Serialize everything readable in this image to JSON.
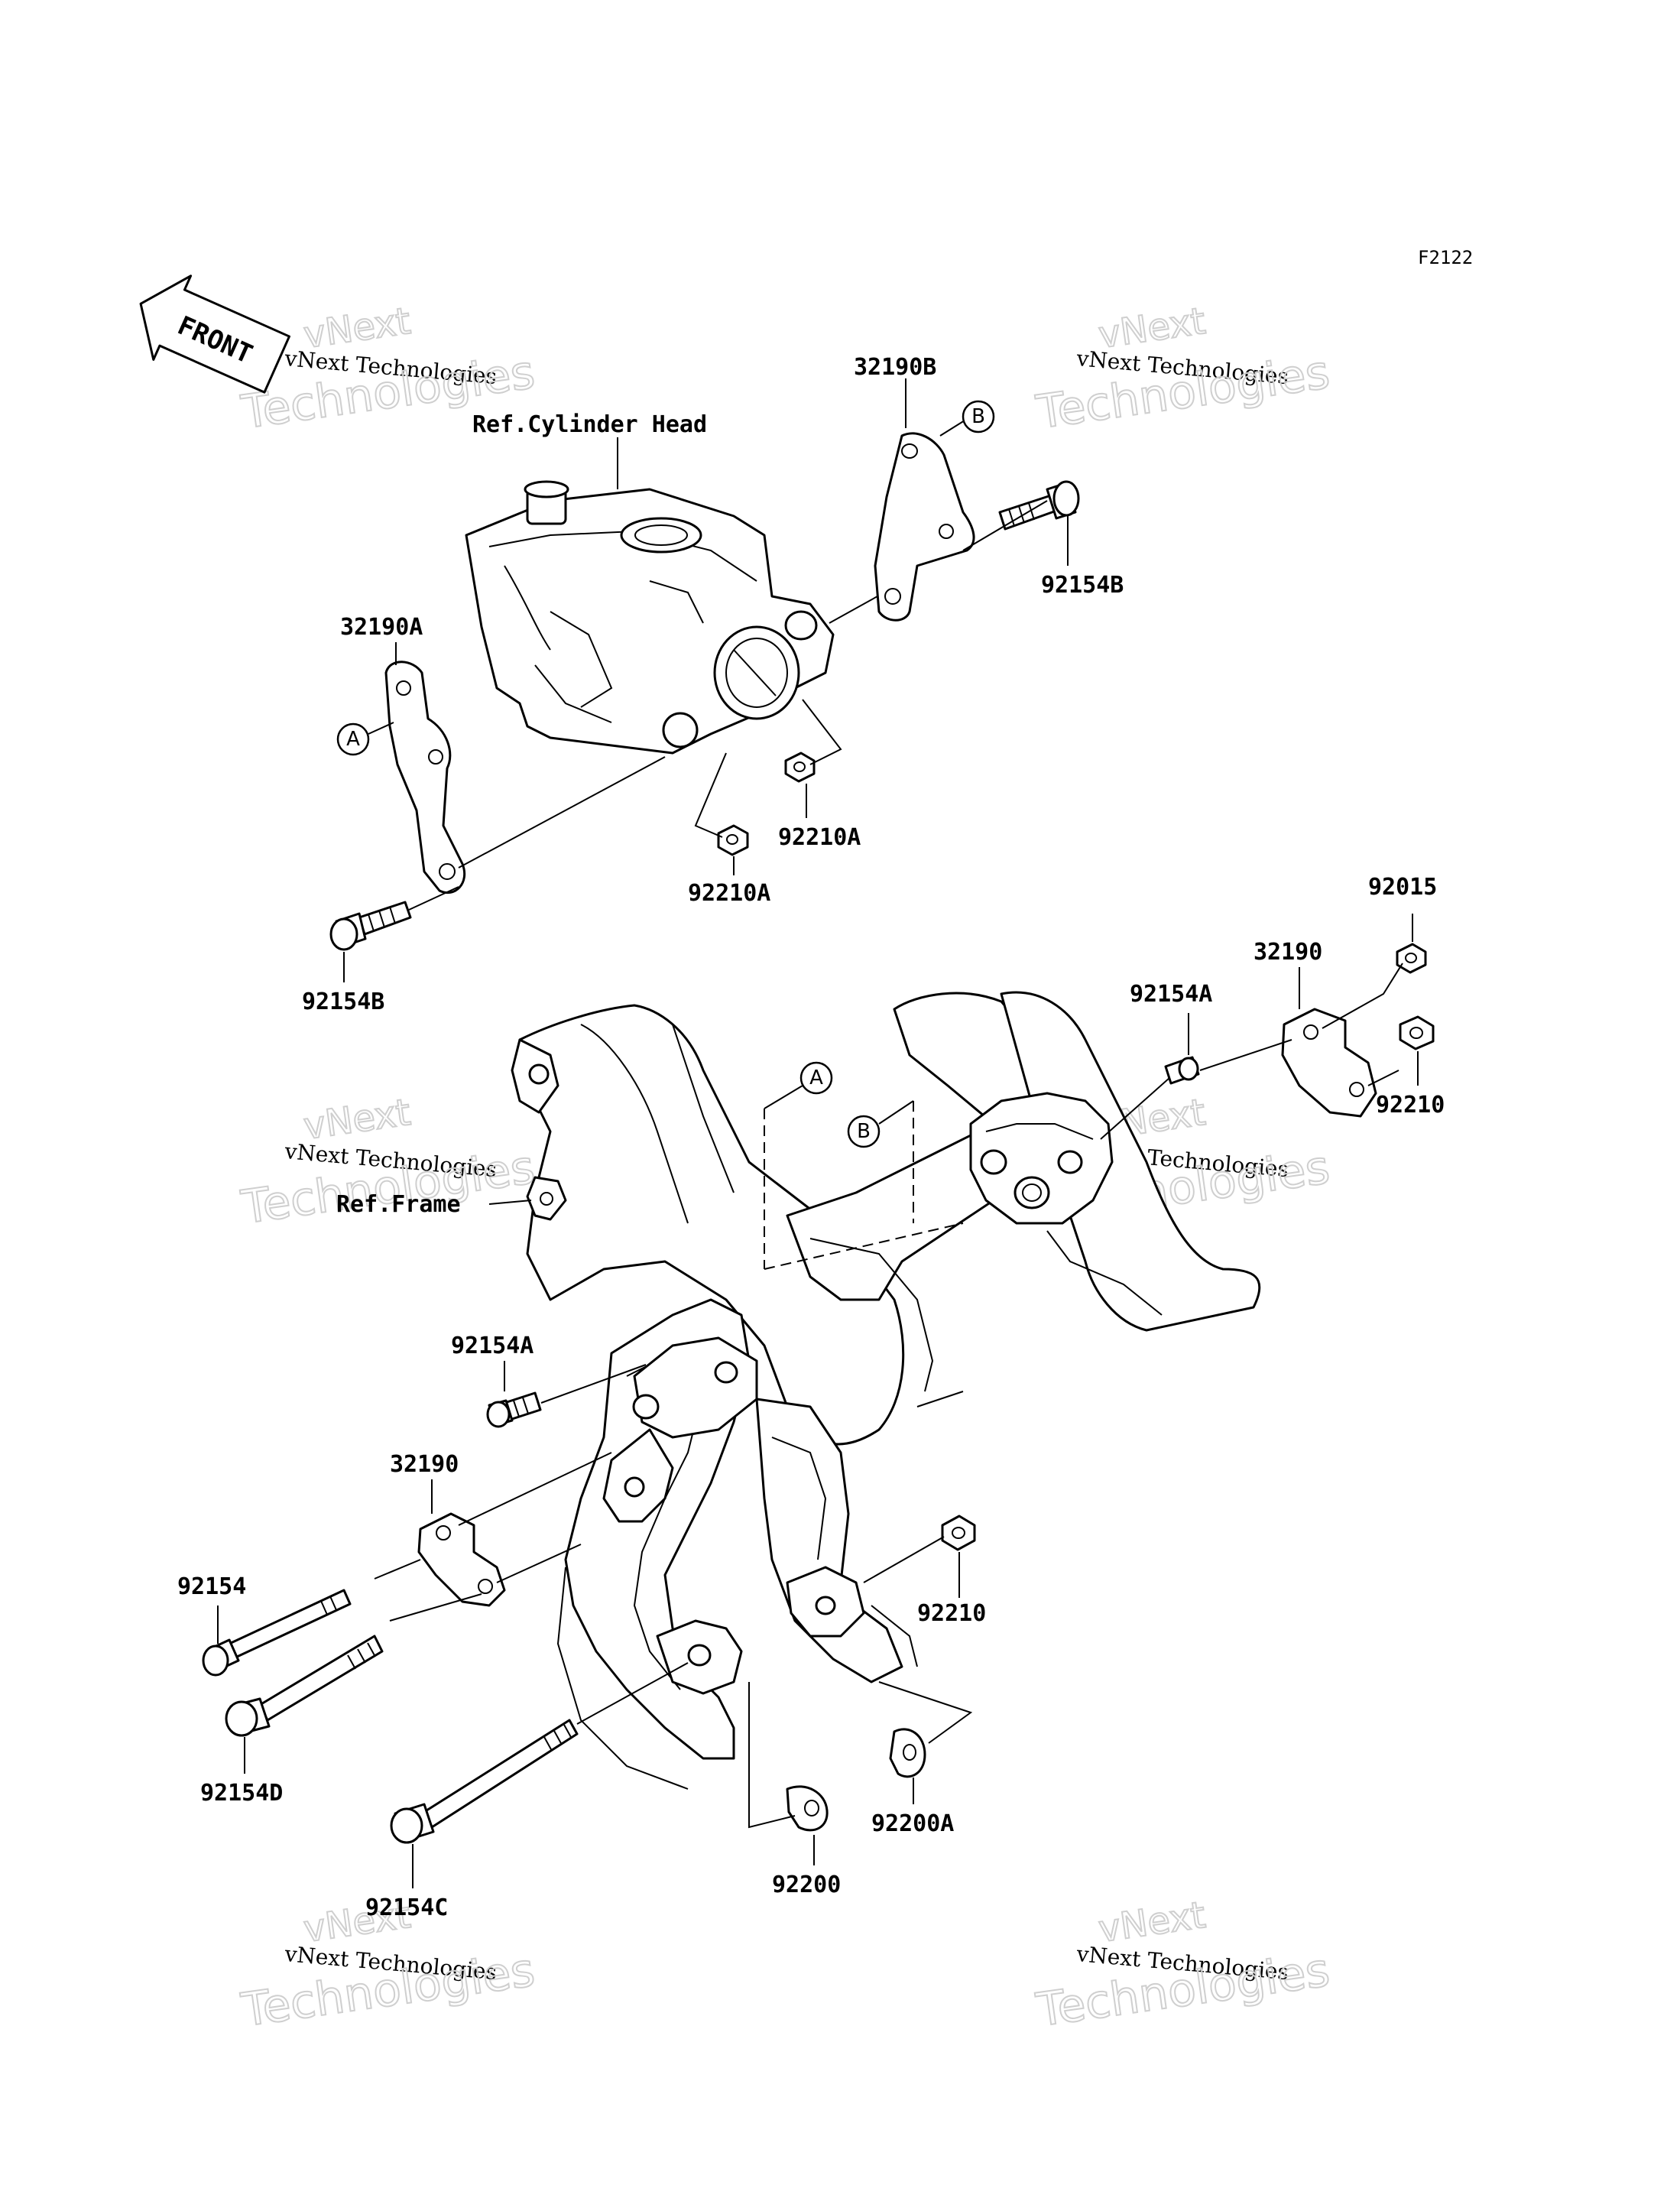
{
  "diagram_code": "F2122",
  "front_label": "FRONT",
  "references": {
    "cylinder_head": "Ref.Cylinder Head",
    "frame": "Ref.Frame"
  },
  "markers": [
    "A",
    "B"
  ],
  "watermark": {
    "line1": "vNext",
    "line2": "vNext Technologies",
    "line3": "Technologies"
  },
  "parts": {
    "bracket_32190B": "32190B",
    "bolt_92154B_top": "92154B",
    "bracket_32190A": "32190A",
    "nut_92210A_right": "92210A",
    "nut_92210A_left": "92210A",
    "bolt_92154B_left": "92154B",
    "nut_92015": "92015",
    "bracket_32190_right": "32190",
    "bolt_92154A_right": "92154A",
    "nut_92210_right": "92210",
    "bolt_92154A_left": "92154A",
    "bracket_32190_left": "32190",
    "bolt_92154": "92154",
    "bolt_92154D": "92154D",
    "nut_92210_lower": "92210",
    "collar_92200A": "92200A",
    "collar_92200": "92200",
    "bolt_92154C": "92154C"
  }
}
